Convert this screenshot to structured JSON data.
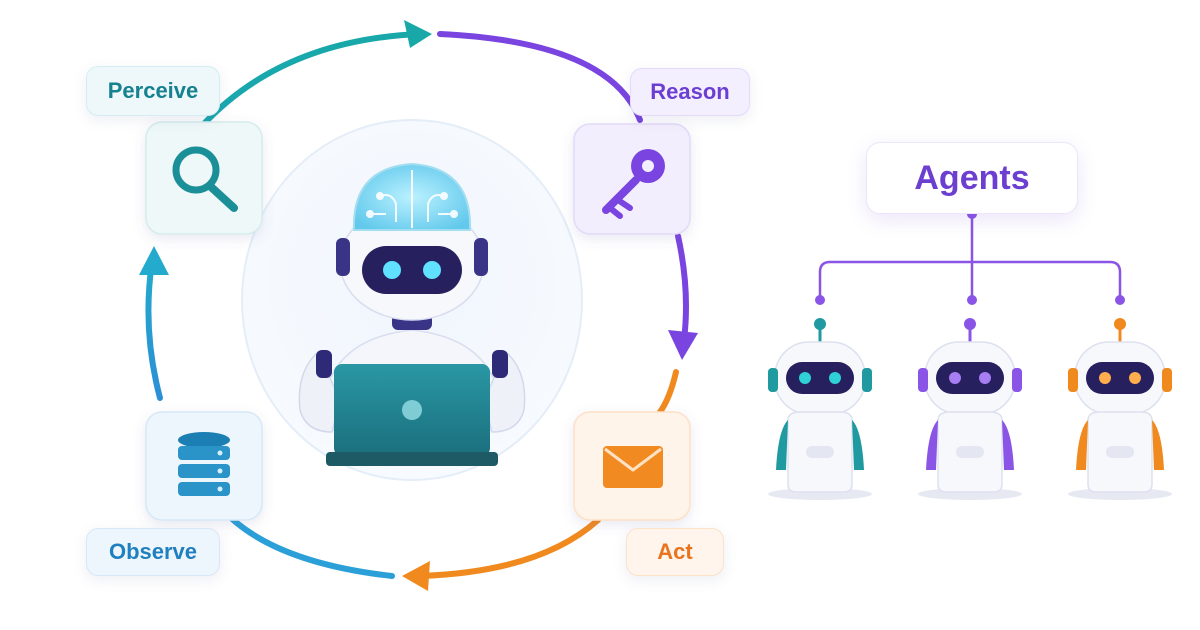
{
  "cycle": {
    "stages": [
      {
        "label": "Perceive",
        "icon": "search-icon"
      },
      {
        "label": "Reason",
        "icon": "key-icon"
      },
      {
        "label": "Act",
        "icon": "mail-icon"
      },
      {
        "label": "Observe",
        "icon": "database-icon"
      }
    ],
    "center_icon": "robot-with-laptop",
    "colors": {
      "perceive": "#1aa3ad",
      "reason": "#7a44e0",
      "act": "#f08a1f",
      "observe": "#2a9fd8"
    }
  },
  "hierarchy": {
    "root_label": "Agents",
    "agents": [
      {
        "icon": "robot-icon",
        "color": "#1f9aa0"
      },
      {
        "icon": "robot-icon",
        "color": "#8a55e6"
      },
      {
        "icon": "robot-icon",
        "color": "#f08a1f"
      }
    ]
  }
}
